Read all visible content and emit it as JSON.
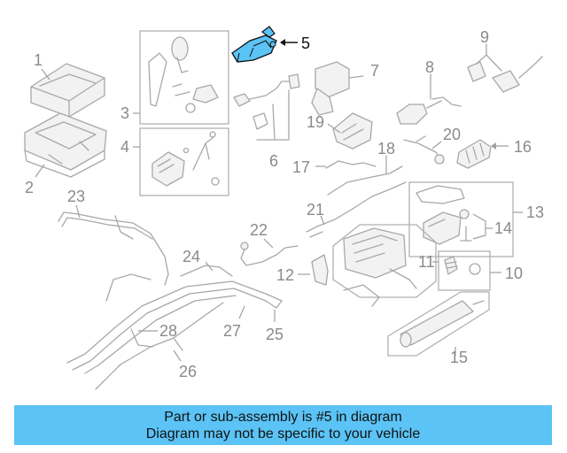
{
  "diagram": {
    "callouts": [
      "1",
      "2",
      "3",
      "4",
      "5",
      "6",
      "7",
      "8",
      "9",
      "10",
      "11",
      "12",
      "13",
      "14",
      "15",
      "16",
      "17",
      "18",
      "19",
      "20",
      "21",
      "22",
      "23",
      "24",
      "25",
      "26",
      "27",
      "28"
    ],
    "highlighted_callout": "5",
    "highlight_color": "#5bc3f5"
  },
  "banner": {
    "line1": "Part or sub-assembly is #5 in diagram",
    "line2": "Diagram may not be specific to your vehicle",
    "background": "#5bc3f5"
  }
}
